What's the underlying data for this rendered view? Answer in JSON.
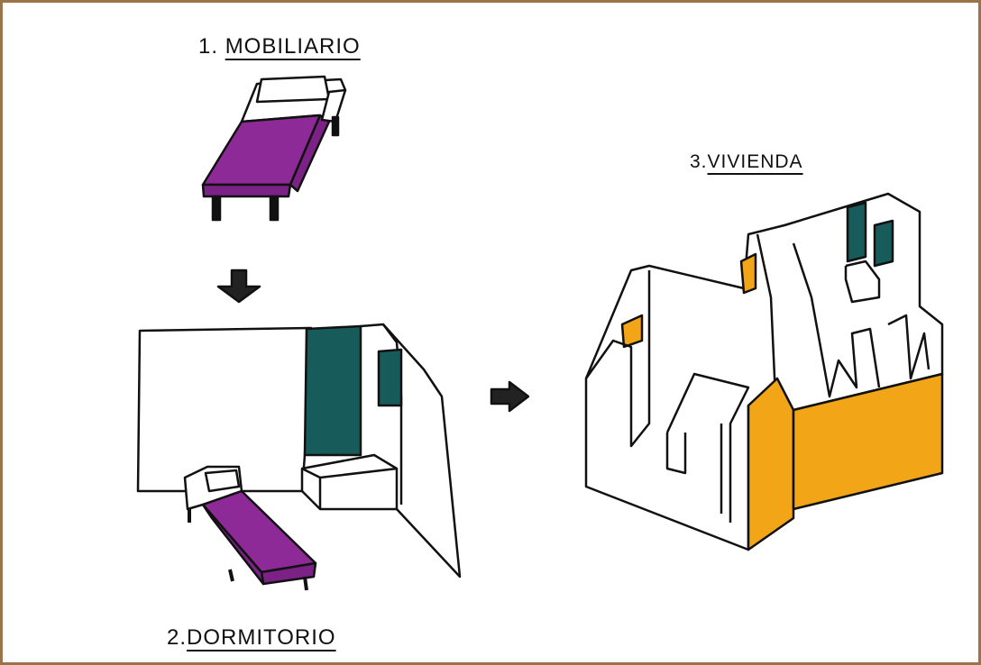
{
  "labels": {
    "step1_number": "1.",
    "step1_title": "MOBILIARIO",
    "step2_number": "2.",
    "step2_title": "DORMITORIO",
    "step3_number": "3.",
    "step3_title": "VIVIENDA"
  },
  "colors": {
    "frame": "#9a7348",
    "bedspread": "#8e2a98",
    "window": "#175c5a",
    "wall_highlight": "#f2a516",
    "ink": "#111111"
  }
}
